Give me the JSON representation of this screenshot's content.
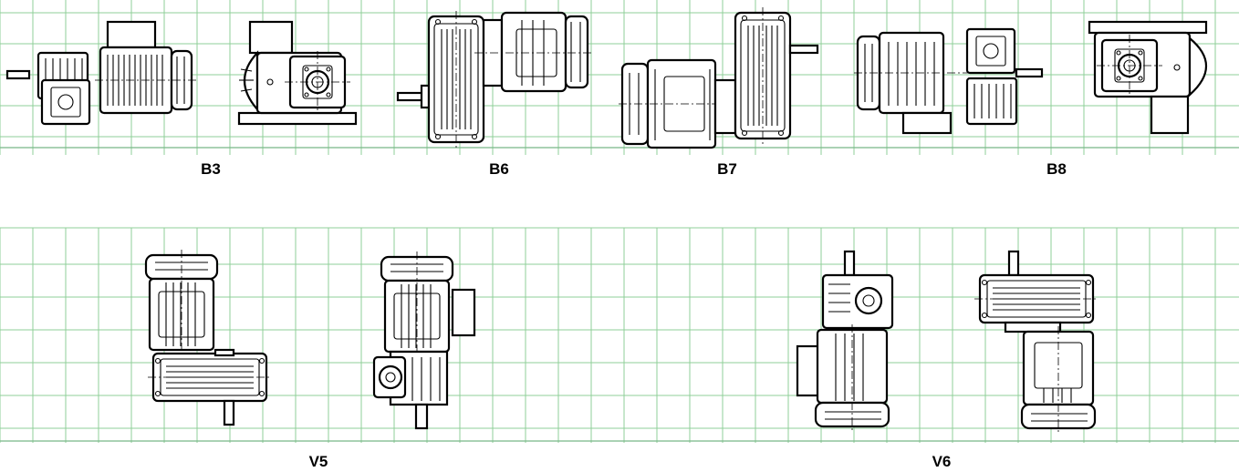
{
  "labels": {
    "b3": "B3",
    "b6": "B6",
    "b7": "B7",
    "b8": "B8",
    "v5": "V5",
    "v6": "V6"
  },
  "colors": {
    "grid": "#8fcf99",
    "outline": "#000000",
    "background": "#ffffff"
  }
}
